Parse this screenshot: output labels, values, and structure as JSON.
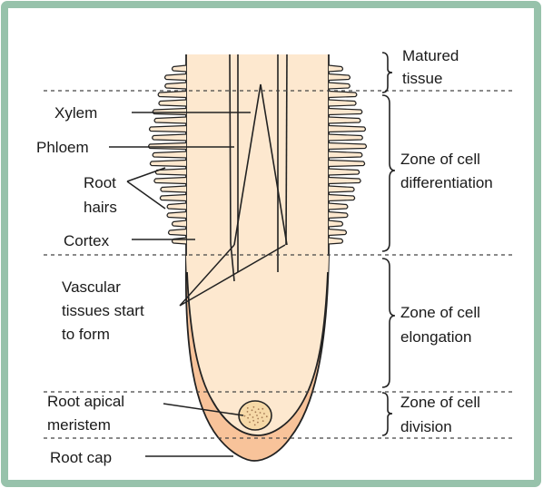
{
  "colors": {
    "frame": "#97c2ab",
    "root_body": "#fde8cf",
    "root_cap": "#f8c39a",
    "outline": "#222222",
    "dashed": "#444444",
    "meristem": "#f6d9a7"
  },
  "labels": {
    "xylem": "Xylem",
    "phloem": "Phloem",
    "root_hairs_1": "Root",
    "root_hairs_2": "hairs",
    "cortex": "Cortex",
    "vascular_1": "Vascular",
    "vascular_2": "tissues start",
    "vascular_3": "to form",
    "apical_1": "Root apical",
    "apical_2": "meristem",
    "root_cap": "Root cap"
  },
  "zones": {
    "matured_1": "Matured",
    "matured_2": "tissue",
    "differentiation_1": "Zone of cell",
    "differentiation_2": "differentiation",
    "elongation_1": "Zone of cell",
    "elongation_2": "elongation",
    "division_1": "Zone of cell",
    "division_2": "division"
  }
}
